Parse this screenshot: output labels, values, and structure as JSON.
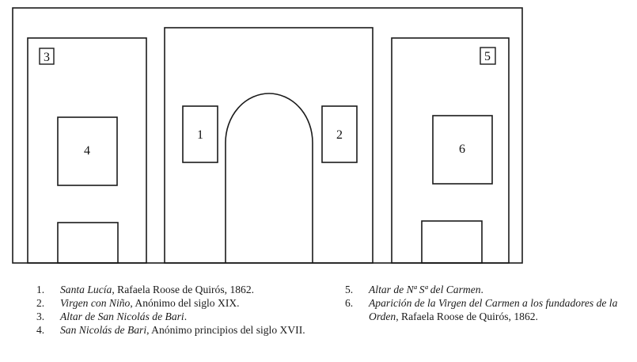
{
  "diagram": {
    "panel_labels": [
      "1",
      "2",
      "3",
      "4",
      "5",
      "6"
    ]
  },
  "legend": {
    "left": [
      {
        "num": "1.",
        "work": "Santa Lucía",
        "detail": ", Rafaela Roose de Quirós, 1862."
      },
      {
        "num": "2.",
        "work": "Virgen con Niño",
        "detail": ", Anónimo del siglo XIX."
      },
      {
        "num": "3.",
        "work": "Altar de San Nicolás de Bari",
        "detail": "."
      },
      {
        "num": "4.",
        "work": "San Nicolás de Bari",
        "detail": ", Anónimo principios del siglo XVII."
      }
    ],
    "right": [
      {
        "num": "5.",
        "work": "Altar de Nª Sª del Carmen",
        "detail": "."
      },
      {
        "num": "6.",
        "work": "Aparición de la Virgen del Carmen a los fundadores de la Orden",
        "detail": ", Rafaela Roose de Quirós, 1862."
      }
    ]
  }
}
